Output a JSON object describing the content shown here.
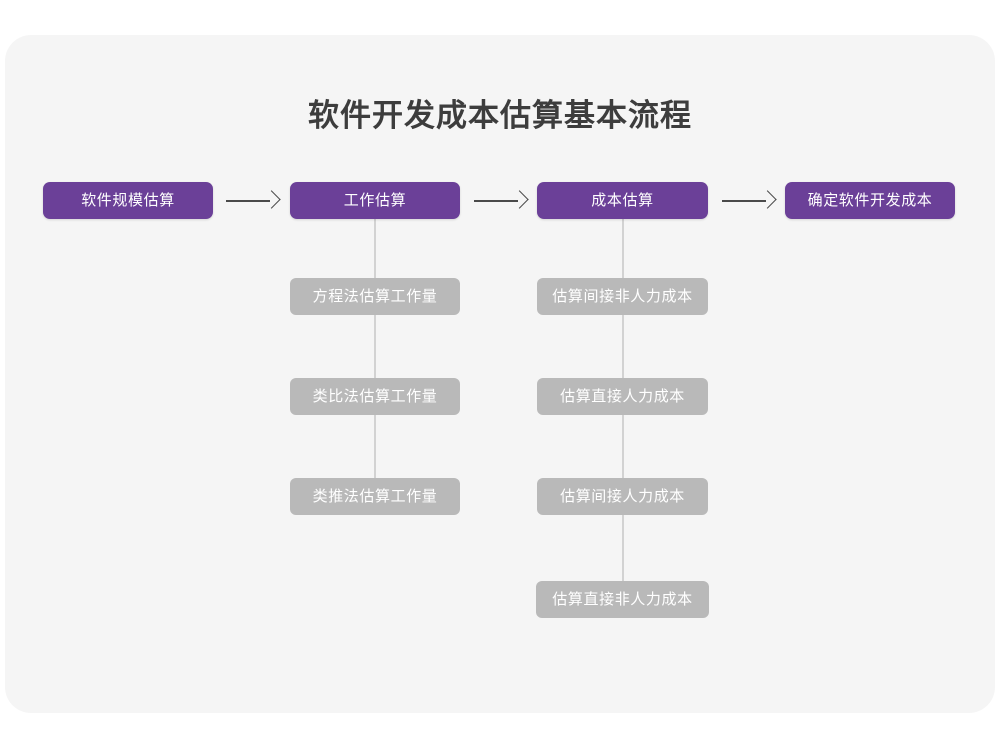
{
  "page": {
    "background": "#ffffff",
    "card_background": "#f5f5f5"
  },
  "title": "软件开发成本估算基本流程",
  "colors": {
    "primary": "#6b4098",
    "secondary": "#b9b9b9",
    "connector": "#d2d2d2",
    "arrow": "#4a4a4a",
    "title_text": "#3d3d3d",
    "node_text": "#ffffff"
  },
  "chart_data": {
    "type": "diagram",
    "title": "软件开发成本估算基本流程",
    "orientation": "horizontal-with-vertical-branches",
    "main_flow": [
      {
        "id": "step1",
        "label": "软件规模估算",
        "level": "primary"
      },
      {
        "id": "step2",
        "label": "工作估算",
        "level": "primary"
      },
      {
        "id": "step3",
        "label": "成本估算",
        "level": "primary"
      },
      {
        "id": "step4",
        "label": "确定软件开发成本",
        "level": "primary"
      }
    ],
    "arrows": [
      {
        "from": "step1",
        "to": "step2",
        "glyph": "arrow-right"
      },
      {
        "from": "step2",
        "to": "step3",
        "glyph": "arrow-right"
      },
      {
        "from": "step3",
        "to": "step4",
        "glyph": "arrow-right"
      }
    ],
    "branches": [
      {
        "parent": "step2",
        "parent_label": "工作估算",
        "children": [
          "方程法估算工作量",
          "类比法估算工作量",
          "类推法估算工作量"
        ]
      },
      {
        "parent": "step3",
        "parent_label": "成本估算",
        "children": [
          "估算间接非人力成本",
          "估算直接人力成本",
          "估算间接人力成本",
          "估算直接非人力成本"
        ]
      }
    ]
  },
  "nodes": {
    "main": [
      {
        "label": "软件规模估算"
      },
      {
        "label": "工作估算"
      },
      {
        "label": "成本估算"
      },
      {
        "label": "确定软件开发成本"
      }
    ],
    "work_branch": [
      {
        "label": "方程法估算工作量"
      },
      {
        "label": "类比法估算工作量"
      },
      {
        "label": "类推法估算工作量"
      }
    ],
    "cost_branch": [
      {
        "label": "估算间接非人力成本"
      },
      {
        "label": "估算直接人力成本"
      },
      {
        "label": "估算间接人力成本"
      },
      {
        "label": "估算直接非人力成本"
      }
    ]
  }
}
